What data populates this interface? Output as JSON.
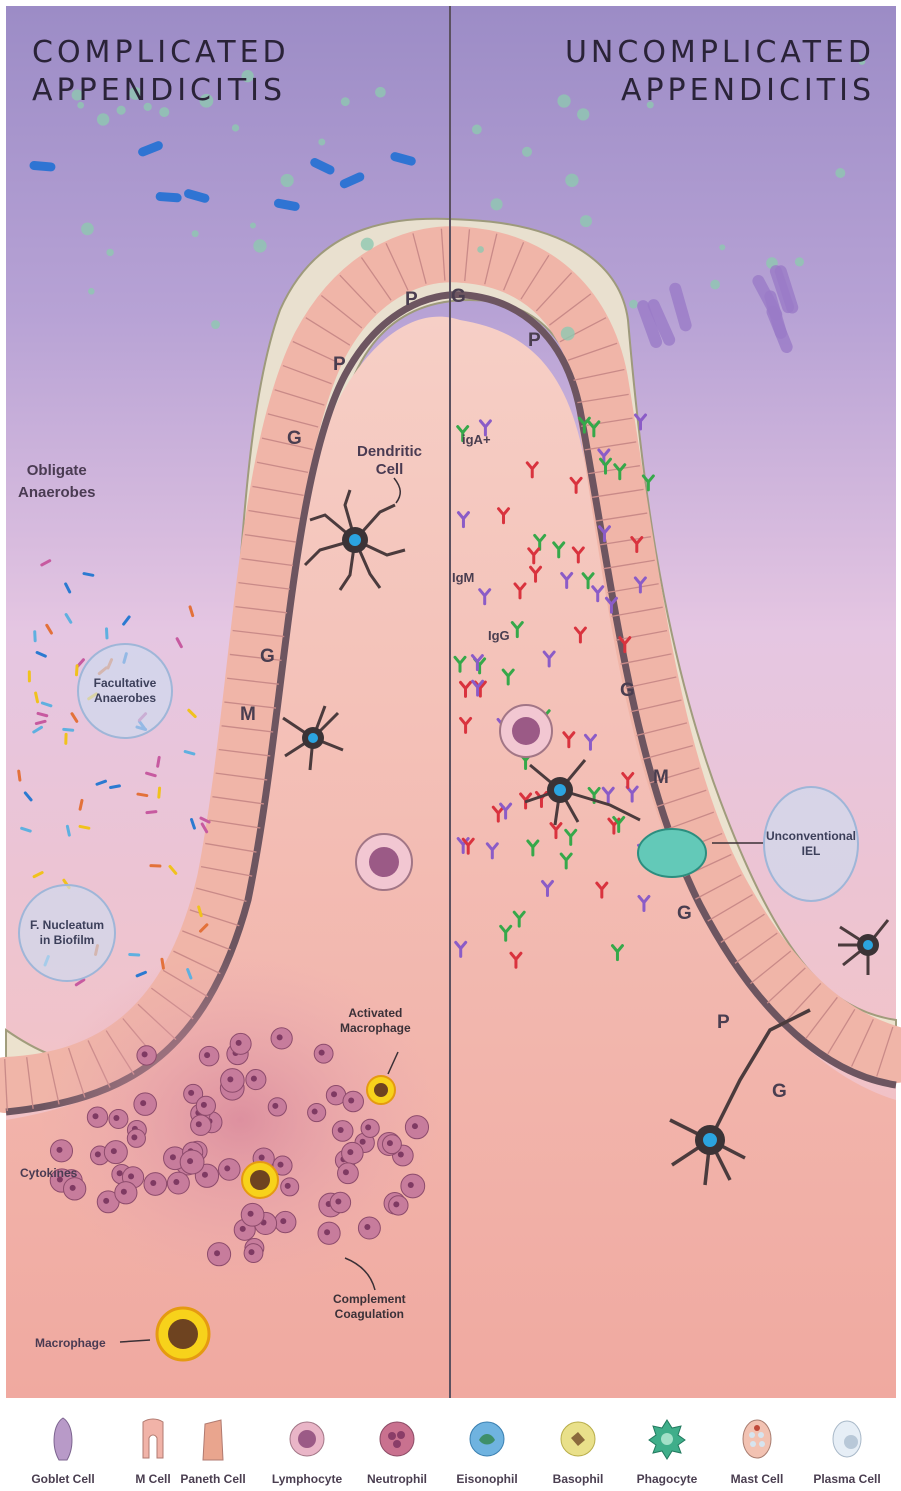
{
  "titles": {
    "left": [
      "COMPLICATED",
      "APPENDICITIS"
    ],
    "right": [
      "UNCOMPLICATED",
      "APPENDICITIS"
    ]
  },
  "left_labels": {
    "obligate": [
      "Obligate",
      "Anaerobes"
    ],
    "facultative": [
      "Facultative",
      "Anaerobes"
    ],
    "fnucleatum": [
      "F. Nucleatum",
      "in Biofilm"
    ],
    "dendritic": [
      "Dendritic",
      "Cell"
    ],
    "activated_macrophage": [
      "Activated",
      "Macrophage"
    ],
    "cytokines": "Cytokines",
    "complement": [
      "Complement",
      "Coagulation"
    ],
    "macrophage": "Macrophage"
  },
  "right_labels": {
    "iga": "igA+",
    "igm": "IgM",
    "igg": "IgG",
    "iel": [
      "Unconventional",
      "IEL"
    ]
  },
  "cell_letters": {
    "left": [
      "P",
      "P",
      "G",
      "G",
      "M"
    ],
    "right": [
      "G",
      "P",
      "G",
      "M",
      "G",
      "P",
      "G"
    ]
  },
  "legend": [
    {
      "label": "Goblet Cell",
      "icon": "goblet-cell-icon",
      "color": "#b89ac8"
    },
    {
      "label": "M Cell",
      "icon": "m-cell-icon",
      "color": "#f1b3a8"
    },
    {
      "label": "Paneth Cell",
      "icon": "paneth-cell-icon",
      "color": "#e9a58e"
    },
    {
      "label": "Lymphocyte",
      "icon": "lymphocyte-icon",
      "color": "#e9b5c7"
    },
    {
      "label": "Neutrophil",
      "icon": "neutrophil-icon",
      "color": "#c9718f"
    },
    {
      "label": "Eisonophil",
      "icon": "eosinophil-icon",
      "color": "#6fb3e0"
    },
    {
      "label": "Basophil",
      "icon": "basophil-icon",
      "color": "#e9e08a"
    },
    {
      "label": "Phagocyte",
      "icon": "phagocyte-icon",
      "color": "#3fae8a"
    },
    {
      "label": "Mast Cell",
      "icon": "mast-cell-icon",
      "color": "#f2c2b2"
    },
    {
      "label": "Plasma Cell",
      "icon": "plasma-cell-icon",
      "color": "#e6eef6"
    }
  ]
}
